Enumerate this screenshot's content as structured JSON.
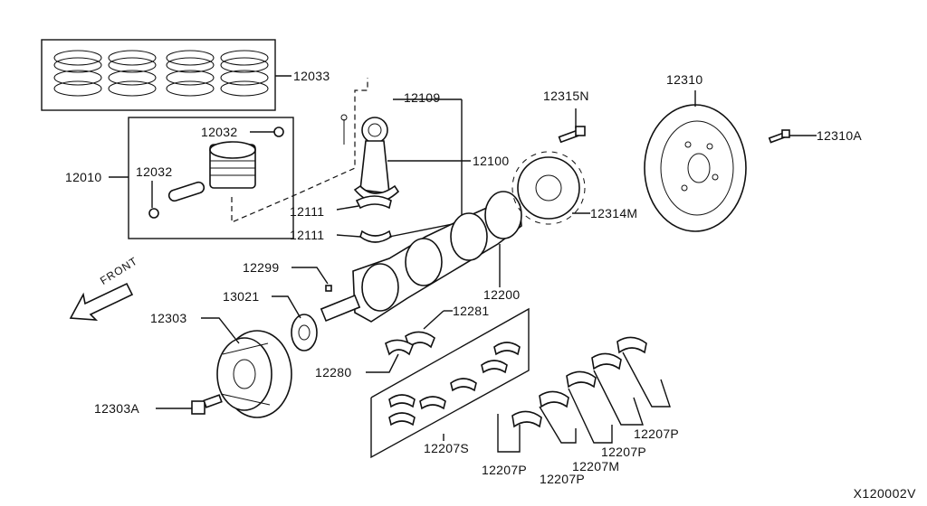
{
  "diagram_id": "X120002V",
  "front_marker": "FRONT",
  "callouts": [
    {
      "id": "12033",
      "text": "12033"
    },
    {
      "id": "12010",
      "text": "12010"
    },
    {
      "id": "12032-a",
      "text": "12032"
    },
    {
      "id": "12032-b",
      "text": "12032"
    },
    {
      "id": "12109",
      "text": "12109"
    },
    {
      "id": "12100",
      "text": "12100"
    },
    {
      "id": "12111-a",
      "text": "12111"
    },
    {
      "id": "12111-b",
      "text": "12111"
    },
    {
      "id": "12315N",
      "text": "12315N"
    },
    {
      "id": "12310",
      "text": "12310"
    },
    {
      "id": "12310A",
      "text": "12310A"
    },
    {
      "id": "12314M",
      "text": "12314M"
    },
    {
      "id": "12299",
      "text": "12299"
    },
    {
      "id": "13021",
      "text": "13021"
    },
    {
      "id": "12200",
      "text": "12200"
    },
    {
      "id": "12303",
      "text": "12303"
    },
    {
      "id": "12281",
      "text": "12281"
    },
    {
      "id": "12280",
      "text": "12280"
    },
    {
      "id": "12303A",
      "text": "12303A"
    },
    {
      "id": "12207S",
      "text": "12207S"
    },
    {
      "id": "12207P-a",
      "text": "12207P"
    },
    {
      "id": "12207P-b",
      "text": "12207P"
    },
    {
      "id": "12207P-c",
      "text": "12207P"
    },
    {
      "id": "12207P-d",
      "text": "12207P"
    },
    {
      "id": "12207M",
      "text": "12207M"
    }
  ]
}
